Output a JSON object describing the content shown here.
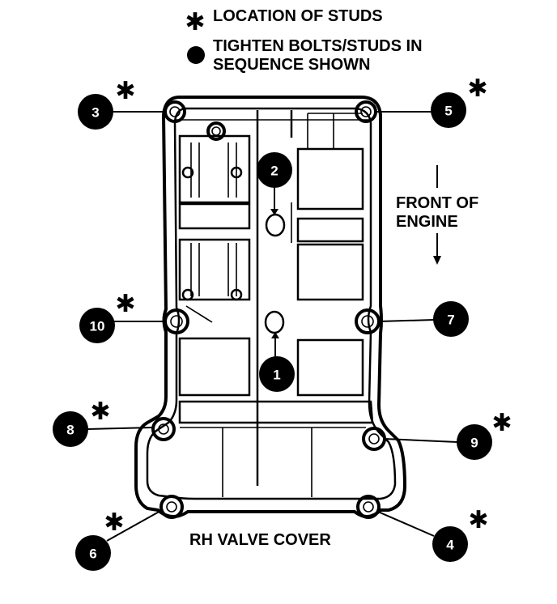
{
  "legend": {
    "studs_symbol": "✱",
    "studs_text": "LOCATION OF STUDS",
    "sequence_line1": "TIGHTEN BOLTS/STUDS IN",
    "sequence_line2": "SEQUENCE SHOWN"
  },
  "direction": {
    "line1": "FRONT OF",
    "line2": "ENGINE"
  },
  "caption": "RH VALVE COVER",
  "sequence": [
    {
      "number": "1",
      "stud": false
    },
    {
      "number": "2",
      "stud": false
    },
    {
      "number": "3",
      "stud": true
    },
    {
      "number": "4",
      "stud": true
    },
    {
      "number": "5",
      "stud": true
    },
    {
      "number": "6",
      "stud": true
    },
    {
      "number": "7",
      "stud": false
    },
    {
      "number": "8",
      "stud": true
    },
    {
      "number": "9",
      "stud": true
    },
    {
      "number": "10",
      "stud": true
    }
  ],
  "star_symbol": "✱",
  "colors": {
    "ink": "#000000",
    "paper": "#ffffff"
  }
}
